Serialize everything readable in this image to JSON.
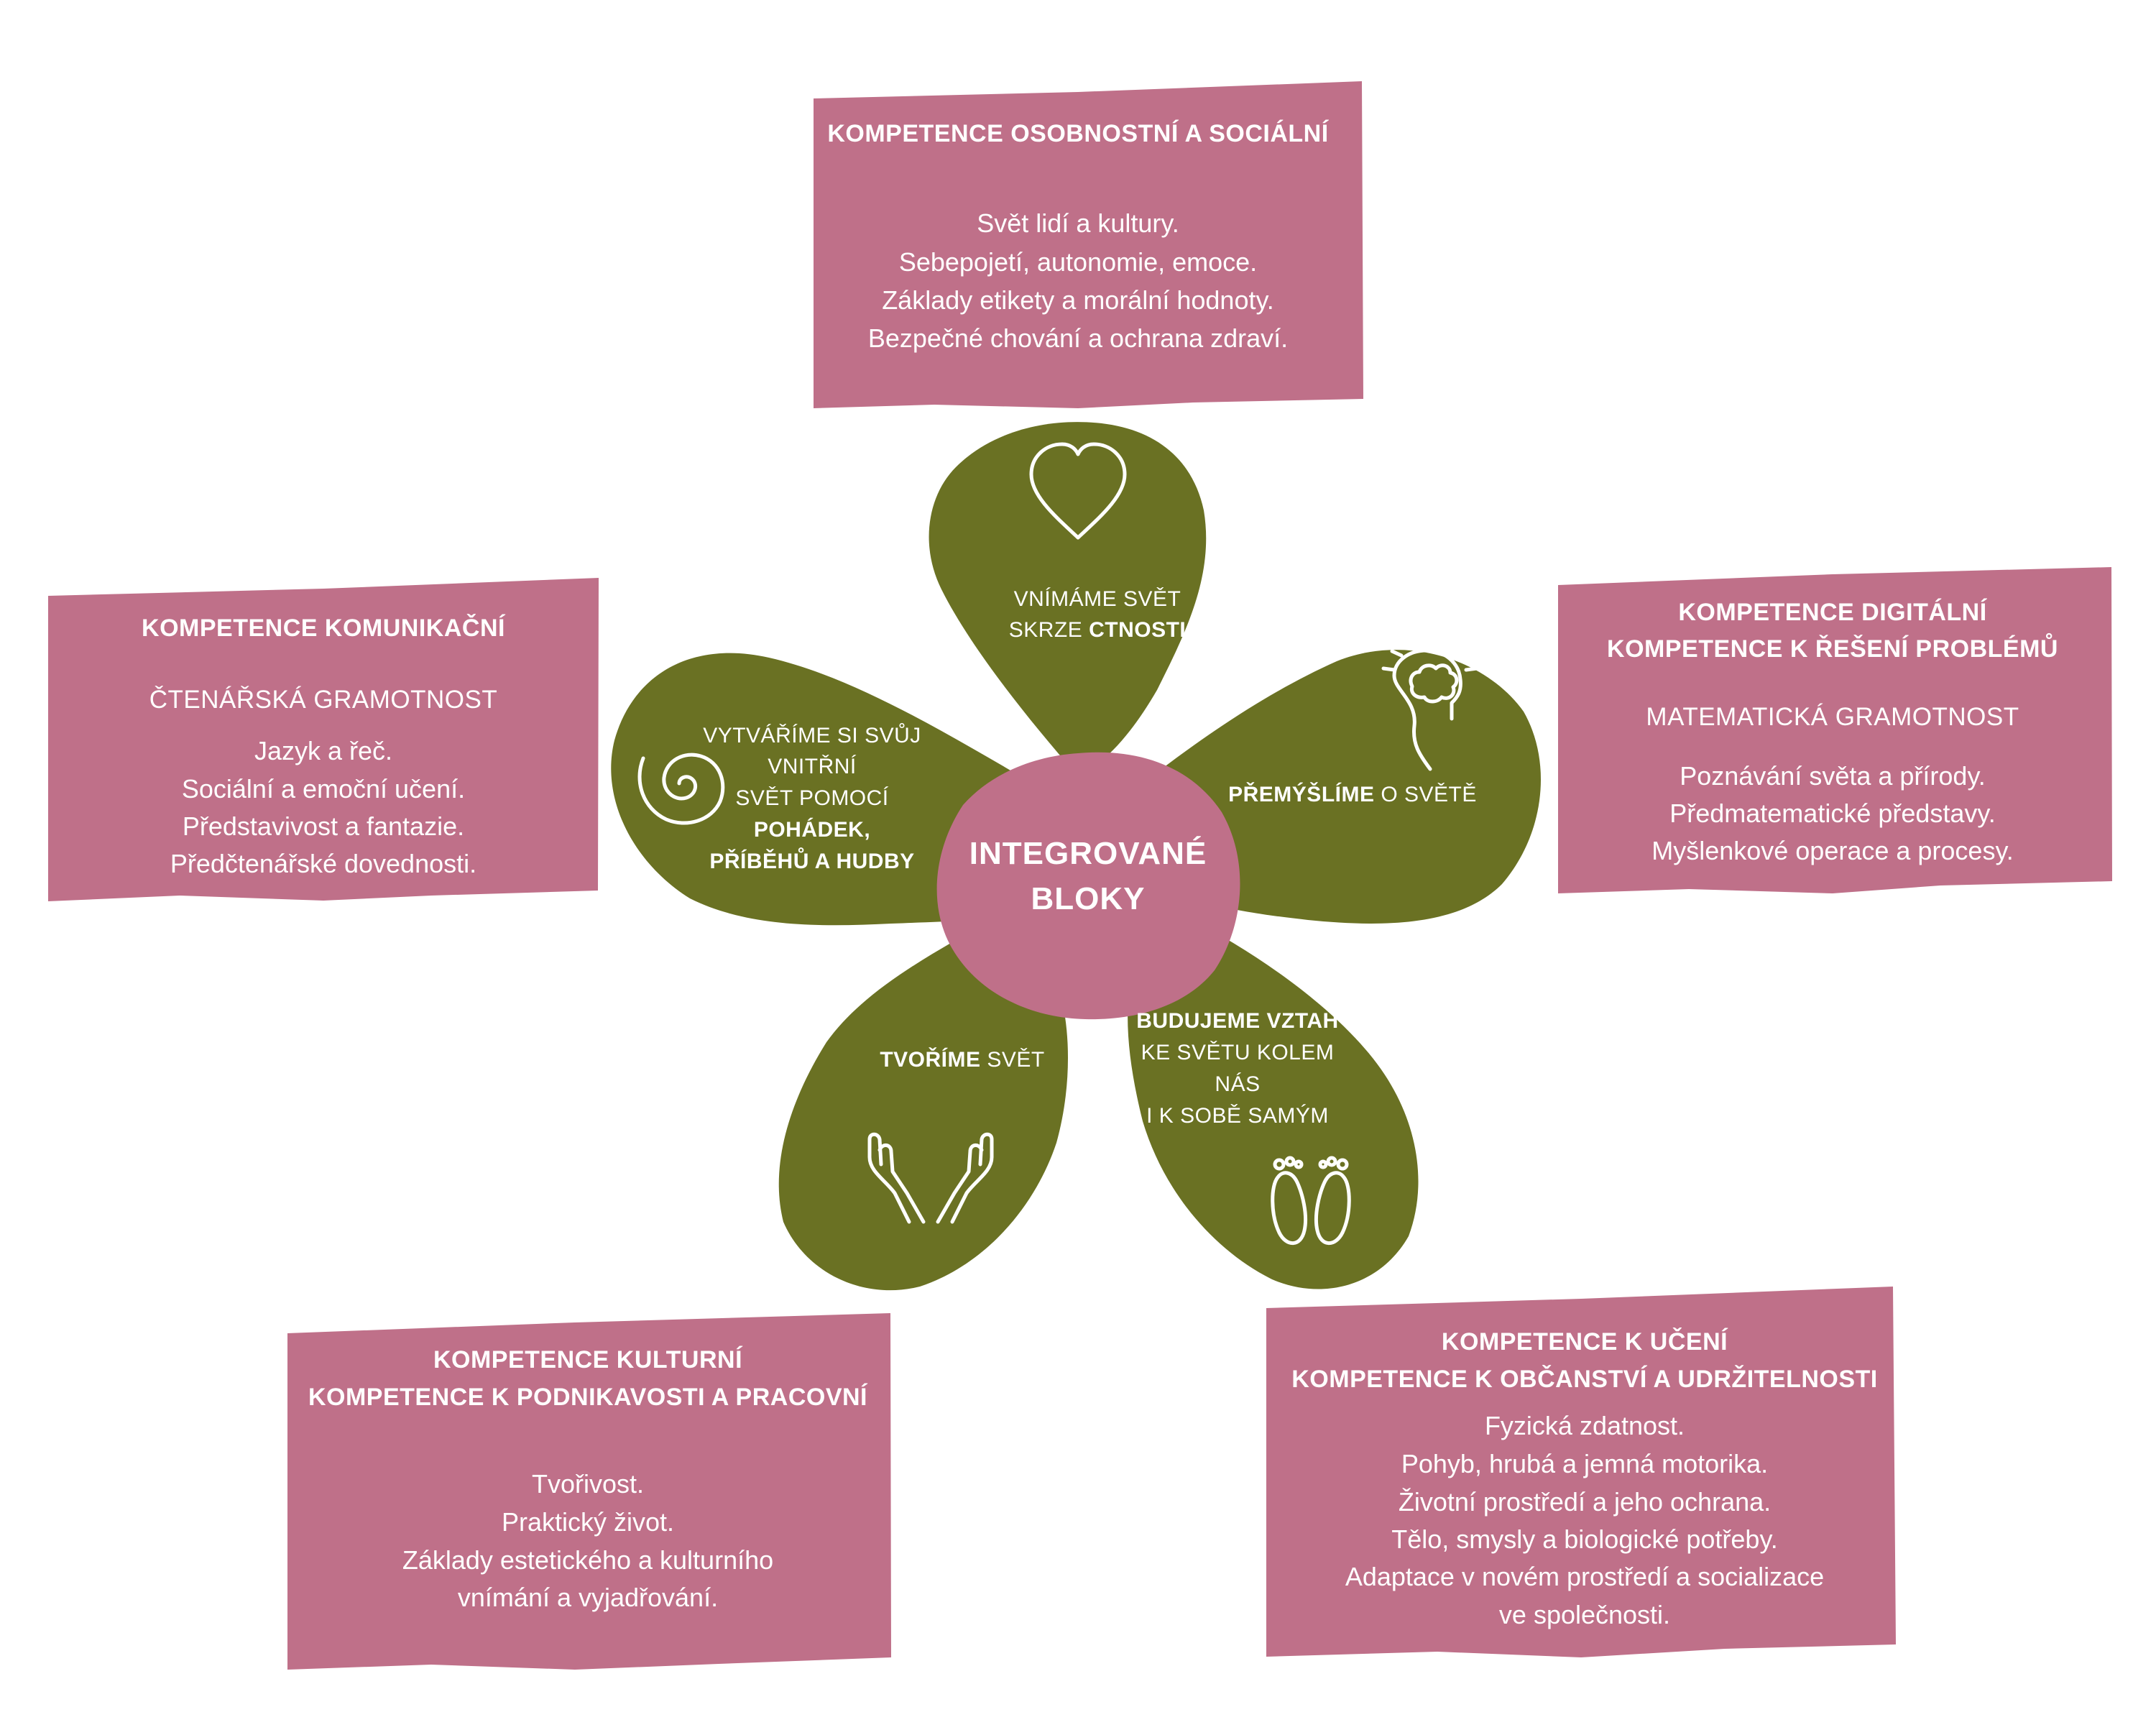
{
  "center": {
    "line1": "INTEGROVANÉ",
    "line2": "BLOKY"
  },
  "petals": {
    "top": {
      "line1": "VNÍMÁME SVĚT",
      "line2_plain": "SKRZE ",
      "line2_bold": "CTNOSTI",
      "icon": "heart-icon"
    },
    "right": {
      "bold": "PŘEMÝŠLÍME",
      "plain": " O SVĚTĚ",
      "icon": "brain-head-icon"
    },
    "left": {
      "line1": "VYTVÁŘÍME SI SVŮJ",
      "line2": "VNITŘNÍ",
      "line3": "SVĚT POMOCÍ",
      "line4": "POHÁDEK,",
      "line5": "PŘÍBĚHŮ A HUDBY",
      "icon": "spiral-icon"
    },
    "bottom_left": {
      "bold": "TVOŘÍME",
      "plain": " SVĚT",
      "icon": "open-hands-icon"
    },
    "bottom_right": {
      "line1": "BUDUJEME VZTAH",
      "line2": "KE SVĚTU KOLEM",
      "line3": "NÁS",
      "line4": "I K SOBĚ SAMÝM",
      "icon": "feet-icon"
    }
  },
  "boxes": {
    "top": {
      "title": "KOMPETENCE OSOBNOSTNÍ A SOCIÁLNÍ",
      "lines": [
        "Svět lidí a kultury.",
        "Sebepojetí, autonomie, emoce.",
        "Základy etikety a morální hodnoty.",
        "Bezpečné chování a ochrana zdraví."
      ]
    },
    "left": {
      "title": "KOMPETENCE KOMUNIKAČNÍ",
      "subtitle": "ČTENÁŘSKÁ GRAMOTNOST",
      "lines": [
        "Jazyk a řeč.",
        "Sociální a emoční učení.",
        "Představivost a fantazie.",
        "Předčtenářské dovednosti."
      ]
    },
    "right": {
      "title1": "KOMPETENCE DIGITÁLNÍ",
      "title2": "KOMPETENCE K ŘEŠENÍ PROBLÉMŮ",
      "subtitle": "MATEMATICKÁ GRAMOTNOST",
      "lines": [
        "Poznávání světa a přírody.",
        "Předmatematické představy.",
        "Myšlenkové operace a procesy."
      ]
    },
    "bottom_left": {
      "title1": "KOMPETENCE KULTURNÍ",
      "title2": "KOMPETENCE K PODNIKAVOSTI A PRACOVNÍ",
      "lines": [
        "Tvořivost.",
        "Praktický život.",
        "Základy estetického a kulturního",
        "vnímání a vyjadřování."
      ]
    },
    "bottom_right": {
      "title1": "KOMPETENCE K UČENÍ",
      "title2": "KOMPETENCE K OBČANSTVÍ A UDRŽITELNOSTI",
      "lines": [
        "Fyzická zdatnost.",
        "Pohyb, hrubá a jemná motorika.",
        "Životní prostředí a jeho ochrana.",
        "Tělo, smysly a biologické potřeby.",
        "Adaptace v novém prostředí a socializace",
        "ve společnosti."
      ]
    }
  },
  "colors": {
    "pink": "#bf7089",
    "olive": "#6a7123",
    "white": "#ffffff"
  }
}
